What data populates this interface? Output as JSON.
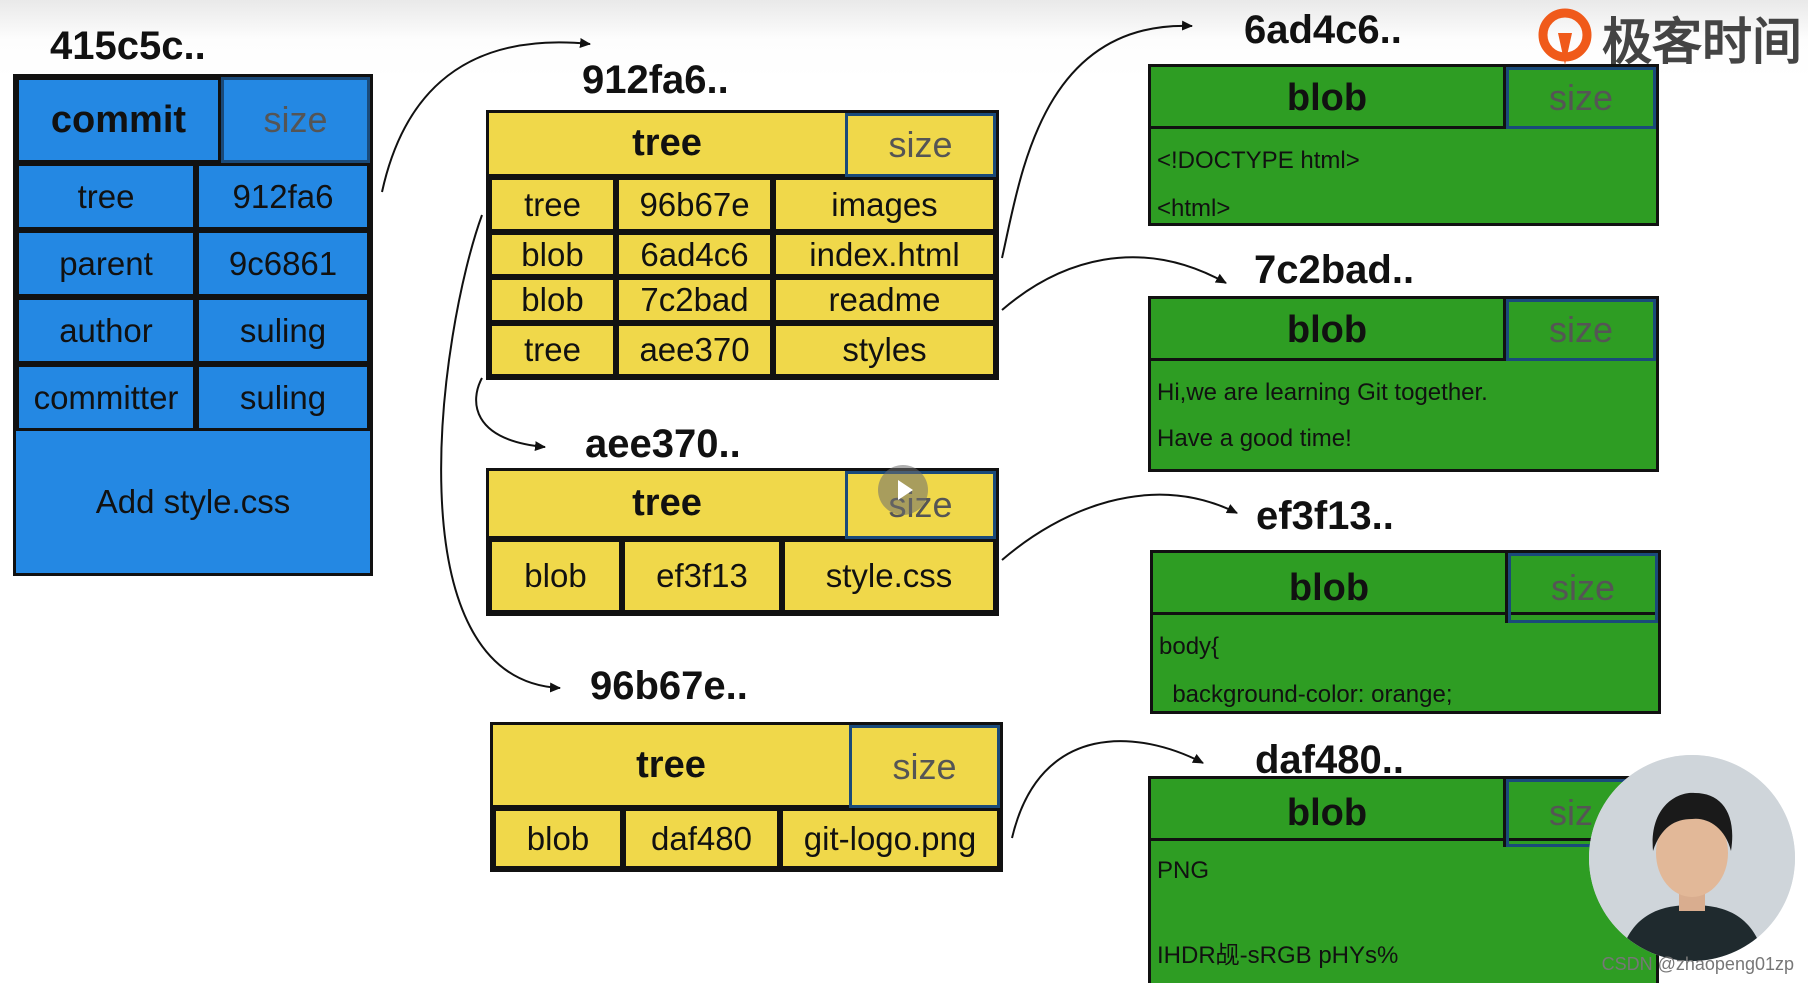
{
  "commit": {
    "hash": "415c5c..",
    "header": {
      "type": "commit",
      "size": "size"
    },
    "rows": [
      {
        "key": "tree",
        "value": "912fa6"
      },
      {
        "key": "parent",
        "value": "9c6861"
      },
      {
        "key": "author",
        "value": "suling"
      },
      {
        "key": "committer",
        "value": "suling"
      }
    ],
    "message": "Add style.css"
  },
  "trees": [
    {
      "hash": "912fa6..",
      "header": {
        "type": "tree",
        "size": "size"
      },
      "rows": [
        [
          "tree",
          "96b67e",
          "images"
        ],
        [
          "blob",
          "6ad4c6",
          "index.html"
        ],
        [
          "blob",
          "7c2bad",
          "readme"
        ],
        [
          "tree",
          "aee370",
          "styles"
        ]
      ]
    },
    {
      "hash": "aee370..",
      "header": {
        "type": "tree",
        "size": "size"
      },
      "rows": [
        [
          "blob",
          "ef3f13",
          "style.css"
        ]
      ]
    },
    {
      "hash": "96b67e..",
      "header": {
        "type": "tree",
        "size": "size"
      },
      "rows": [
        [
          "blob",
          "daf480",
          "git-logo.png"
        ]
      ]
    }
  ],
  "blobs": [
    {
      "hash": "6ad4c6..",
      "header": {
        "type": "blob",
        "size": "size"
      },
      "lines": [
        "<!DOCTYPE html>",
        "<html>"
      ]
    },
    {
      "hash": "7c2bad..",
      "header": {
        "type": "blob",
        "size": "size"
      },
      "lines": [
        "Hi,we are learning Git together.",
        "Have a good time!"
      ]
    },
    {
      "hash": "ef3f13..",
      "header": {
        "type": "blob",
        "size": "size"
      },
      "lines": [
        "body{",
        "  background-color: orange;"
      ]
    },
    {
      "hash": "daf480..",
      "header": {
        "type": "blob",
        "size": "siz"
      },
      "lines": [
        "PNG",
        "",
        "IHDR觇-sRGB pHYs%"
      ]
    }
  ],
  "branding": {
    "logo_text": "极客时间",
    "watermark": "CSDN @zhaopeng01zp"
  },
  "icons": {
    "play": "play-icon",
    "logo": "geektime-logo-icon"
  },
  "colors": {
    "commit": "#2488e3",
    "tree": "#f0d84a",
    "blob": "#2e9d23"
  }
}
